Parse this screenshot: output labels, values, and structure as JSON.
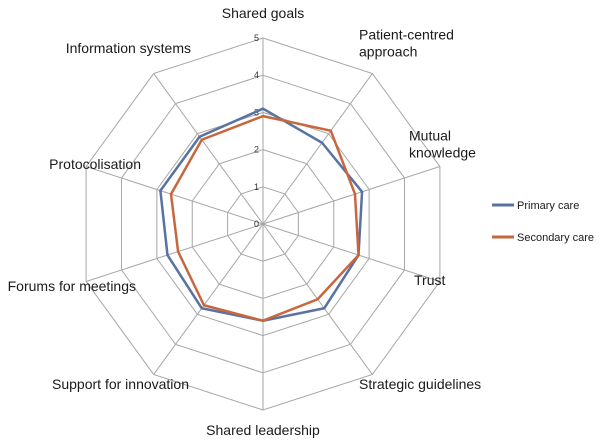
{
  "chart_data": {
    "type": "radar",
    "axes": [
      "Shared goals",
      "Patient-centred approach",
      "Mutual knowledge",
      "Trust",
      "Strategic guidelines",
      "Shared leadership",
      "Support for innovation",
      "Forums for meetings",
      "Protocolisation",
      "Information systems"
    ],
    "rlim": [
      0,
      5
    ],
    "ticks": [
      "0",
      "1",
      "2",
      "3",
      "4",
      "5"
    ],
    "grid": true,
    "legend_position": "right",
    "series": [
      {
        "name": "Primary care",
        "color": "#5873a3",
        "values": [
          3.1,
          2.7,
          2.8,
          2.7,
          2.8,
          2.6,
          2.8,
          2.7,
          2.9,
          2.9
        ]
      },
      {
        "name": "Secondary care",
        "color": "#c8673e",
        "values": [
          2.9,
          3.1,
          2.6,
          2.7,
          2.5,
          2.6,
          2.7,
          2.4,
          2.6,
          2.8
        ]
      }
    ]
  }
}
